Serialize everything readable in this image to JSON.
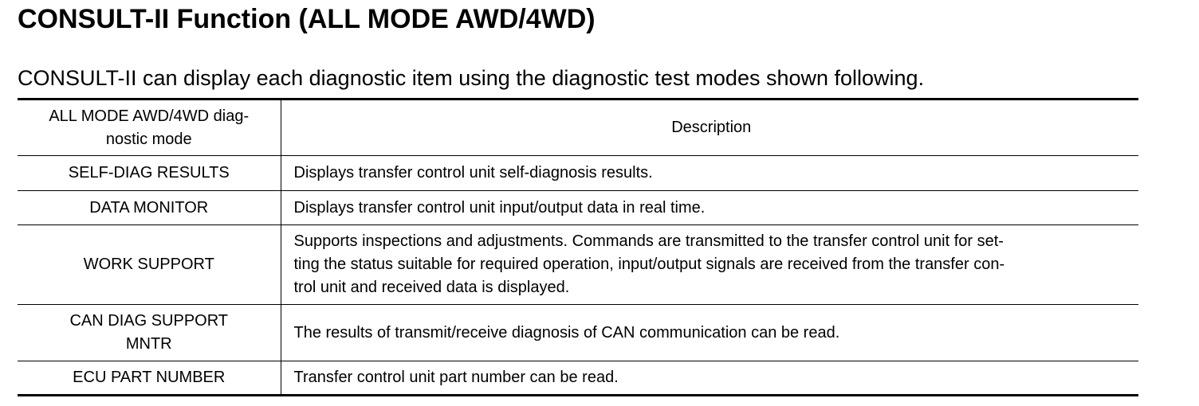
{
  "title": "CONSULT-II Function (ALL MODE AWD/4WD)",
  "intro": "CONSULT-II can display each diagnostic item using the diagnostic test modes shown following.",
  "table": {
    "headers": [
      "ALL MODE AWD/4WD diag-\nnostic mode",
      "Description"
    ],
    "rows": [
      {
        "mode": "SELF-DIAG RESULTS",
        "description": "Displays transfer control unit self-diagnosis results."
      },
      {
        "mode": "DATA MONITOR",
        "description": "Displays transfer control unit input/output data in real time."
      },
      {
        "mode": "WORK SUPPORT",
        "description": "Supports inspections and adjustments.  Commands are transmitted to the transfer control unit for set-\nting the status suitable for required operation, input/output signals are received from the transfer con-\ntrol unit and received data is displayed."
      },
      {
        "mode": "CAN DIAG SUPPORT\nMNTR",
        "description": "The results of transmit/receive diagnosis of CAN communication can be read."
      },
      {
        "mode": "ECU PART NUMBER",
        "description": "Transfer control unit part number can be read."
      }
    ]
  }
}
